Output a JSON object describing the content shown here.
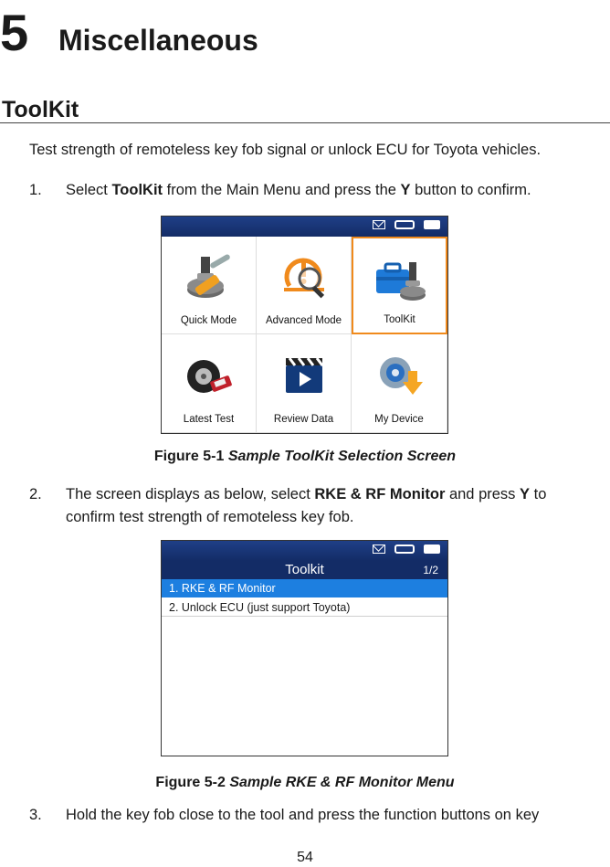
{
  "chapter": {
    "number": "5",
    "title": "Miscellaneous"
  },
  "section": {
    "title": "ToolKit"
  },
  "intro": "Test strength of remoteless key fob signal or unlock ECU for Toyota vehicles.",
  "steps": [
    {
      "num": "1.",
      "pre": "Select ",
      "bold1": "ToolKit",
      "mid": " from the Main Menu and press the ",
      "bold2": "Y",
      "post": " button to confirm."
    },
    {
      "num": "2.",
      "pre": "The screen displays as below, select ",
      "bold1": "RKE & RF Monitor",
      "mid": " and press ",
      "bold2": "Y",
      "post": " to",
      "line2": "confirm test strength of remoteless key fob."
    },
    {
      "num": "3.",
      "text": "Hold the key fob close to the tool and press the function buttons on key"
    }
  ],
  "figure1": {
    "caption_label": "Figure 5-1",
    "caption_title": "Sample ToolKit Selection Screen",
    "tiles": [
      {
        "label": "Quick Mode",
        "icon": "tire-sensor-wrench-icon",
        "selected": false
      },
      {
        "label": "Advanced Mode",
        "icon": "tpms-warning-magnifier-icon",
        "selected": false
      },
      {
        "label": "ToolKit",
        "icon": "toolbox-sensor-icon",
        "selected": true
      },
      {
        "label": "Latest Test",
        "icon": "tire-tool-icon",
        "selected": false
      },
      {
        "label": "Review Data",
        "icon": "clapperboard-play-icon",
        "selected": false
      },
      {
        "label": "My Device",
        "icon": "gear-download-icon",
        "selected": false
      }
    ]
  },
  "figure2": {
    "caption_label": "Figure 5-2",
    "caption_title": "Sample RKE & RF Monitor Menu",
    "title": "Toolkit",
    "page": "1/2",
    "items": [
      "1. RKE & RF Monitor",
      "2. Unlock ECU (just support Toyota)"
    ]
  },
  "page_number": "54",
  "colors": {
    "header_blue": "#132c66",
    "highlight_blue": "#1d7fe0",
    "selection_orange": "#f08a1c"
  }
}
